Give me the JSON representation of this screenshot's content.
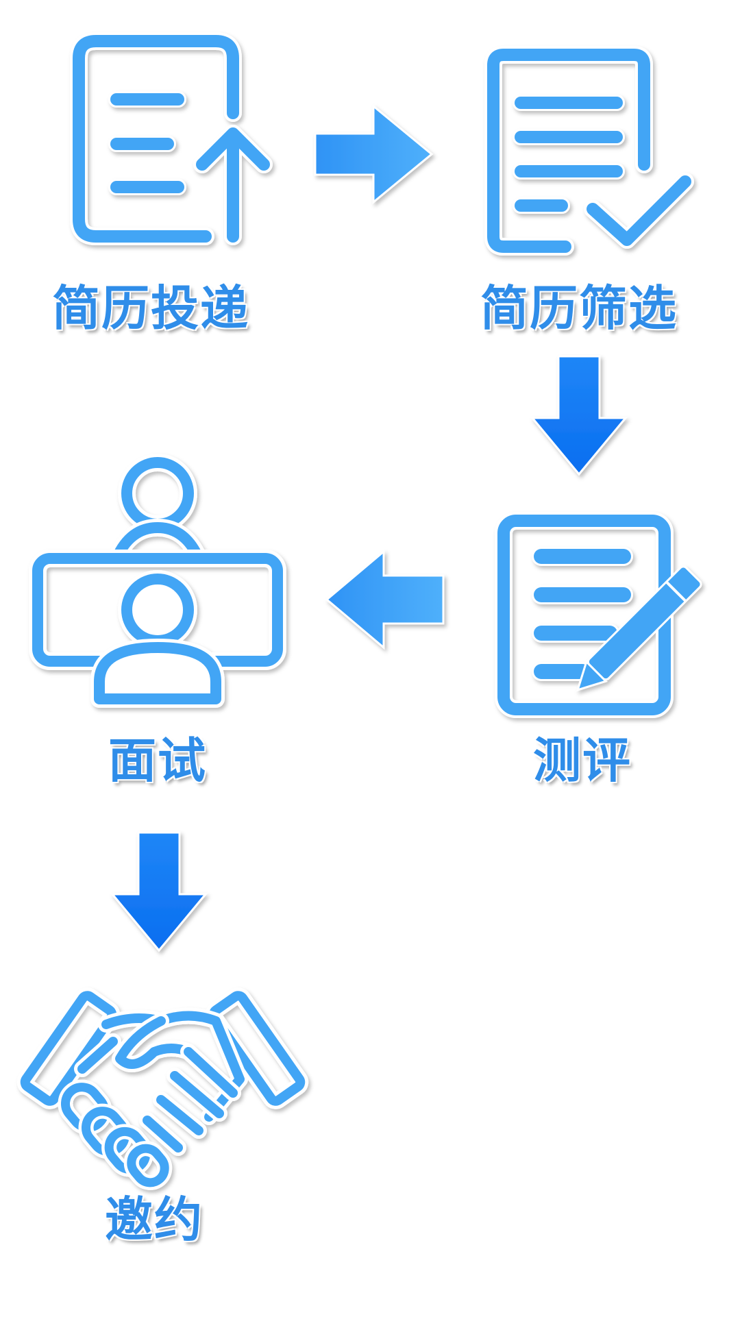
{
  "steps": {
    "submit": {
      "label": "简历投递",
      "icon": "document-upload-icon"
    },
    "screen": {
      "label": "简历筛选",
      "icon": "document-check-icon"
    },
    "assess": {
      "label": "测评",
      "icon": "document-pencil-icon"
    },
    "interview": {
      "label": "面试",
      "icon": "interview-people-icon"
    },
    "offer": {
      "label": "邀约",
      "icon": "handshake-icon"
    }
  },
  "colors": {
    "icon": "#42a5f5",
    "arrow_light": "#4fa8f8",
    "arrow_dark": "#0a72f2",
    "label": "#2f8de9"
  }
}
